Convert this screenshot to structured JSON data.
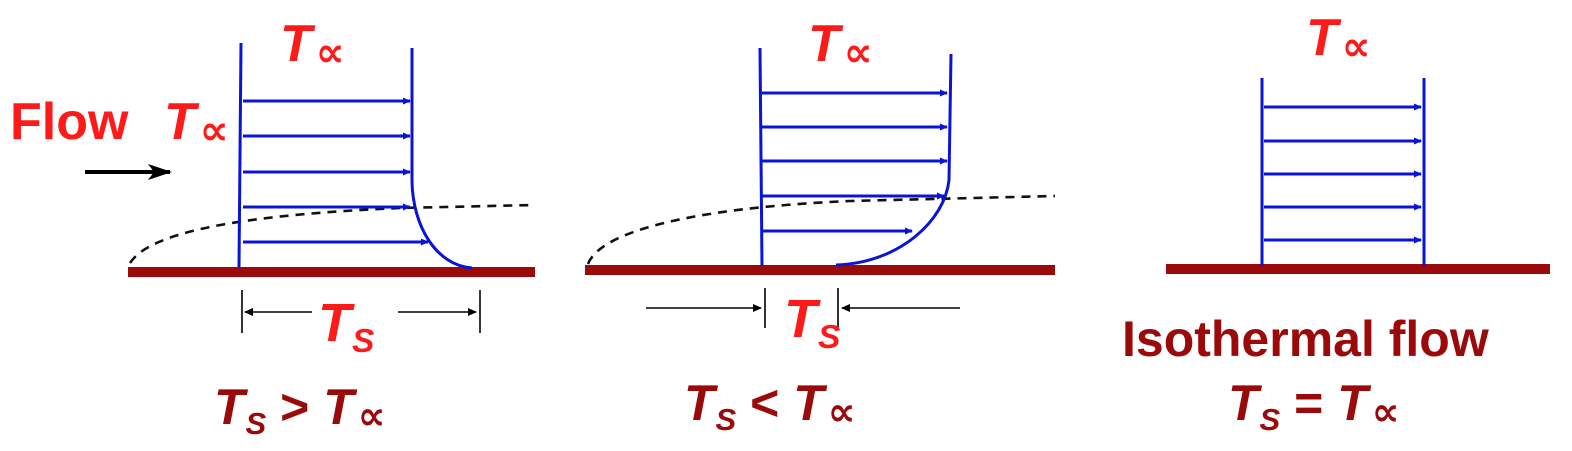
{
  "colors": {
    "profile": "#0a14d6",
    "wall": "#9a0a0a",
    "label_red": "#ff1a1a",
    "caption": "#9a0a0a",
    "boundary_layer": "#111111"
  },
  "labels": {
    "flow": "Flow",
    "t_letter": "T",
    "t_infinity_symbol": "∝",
    "s_subscript": "S",
    "isothermal_title": "Isothermal flow"
  },
  "captions": {
    "left_op": ">",
    "middle_op": "<",
    "right_op": "="
  }
}
